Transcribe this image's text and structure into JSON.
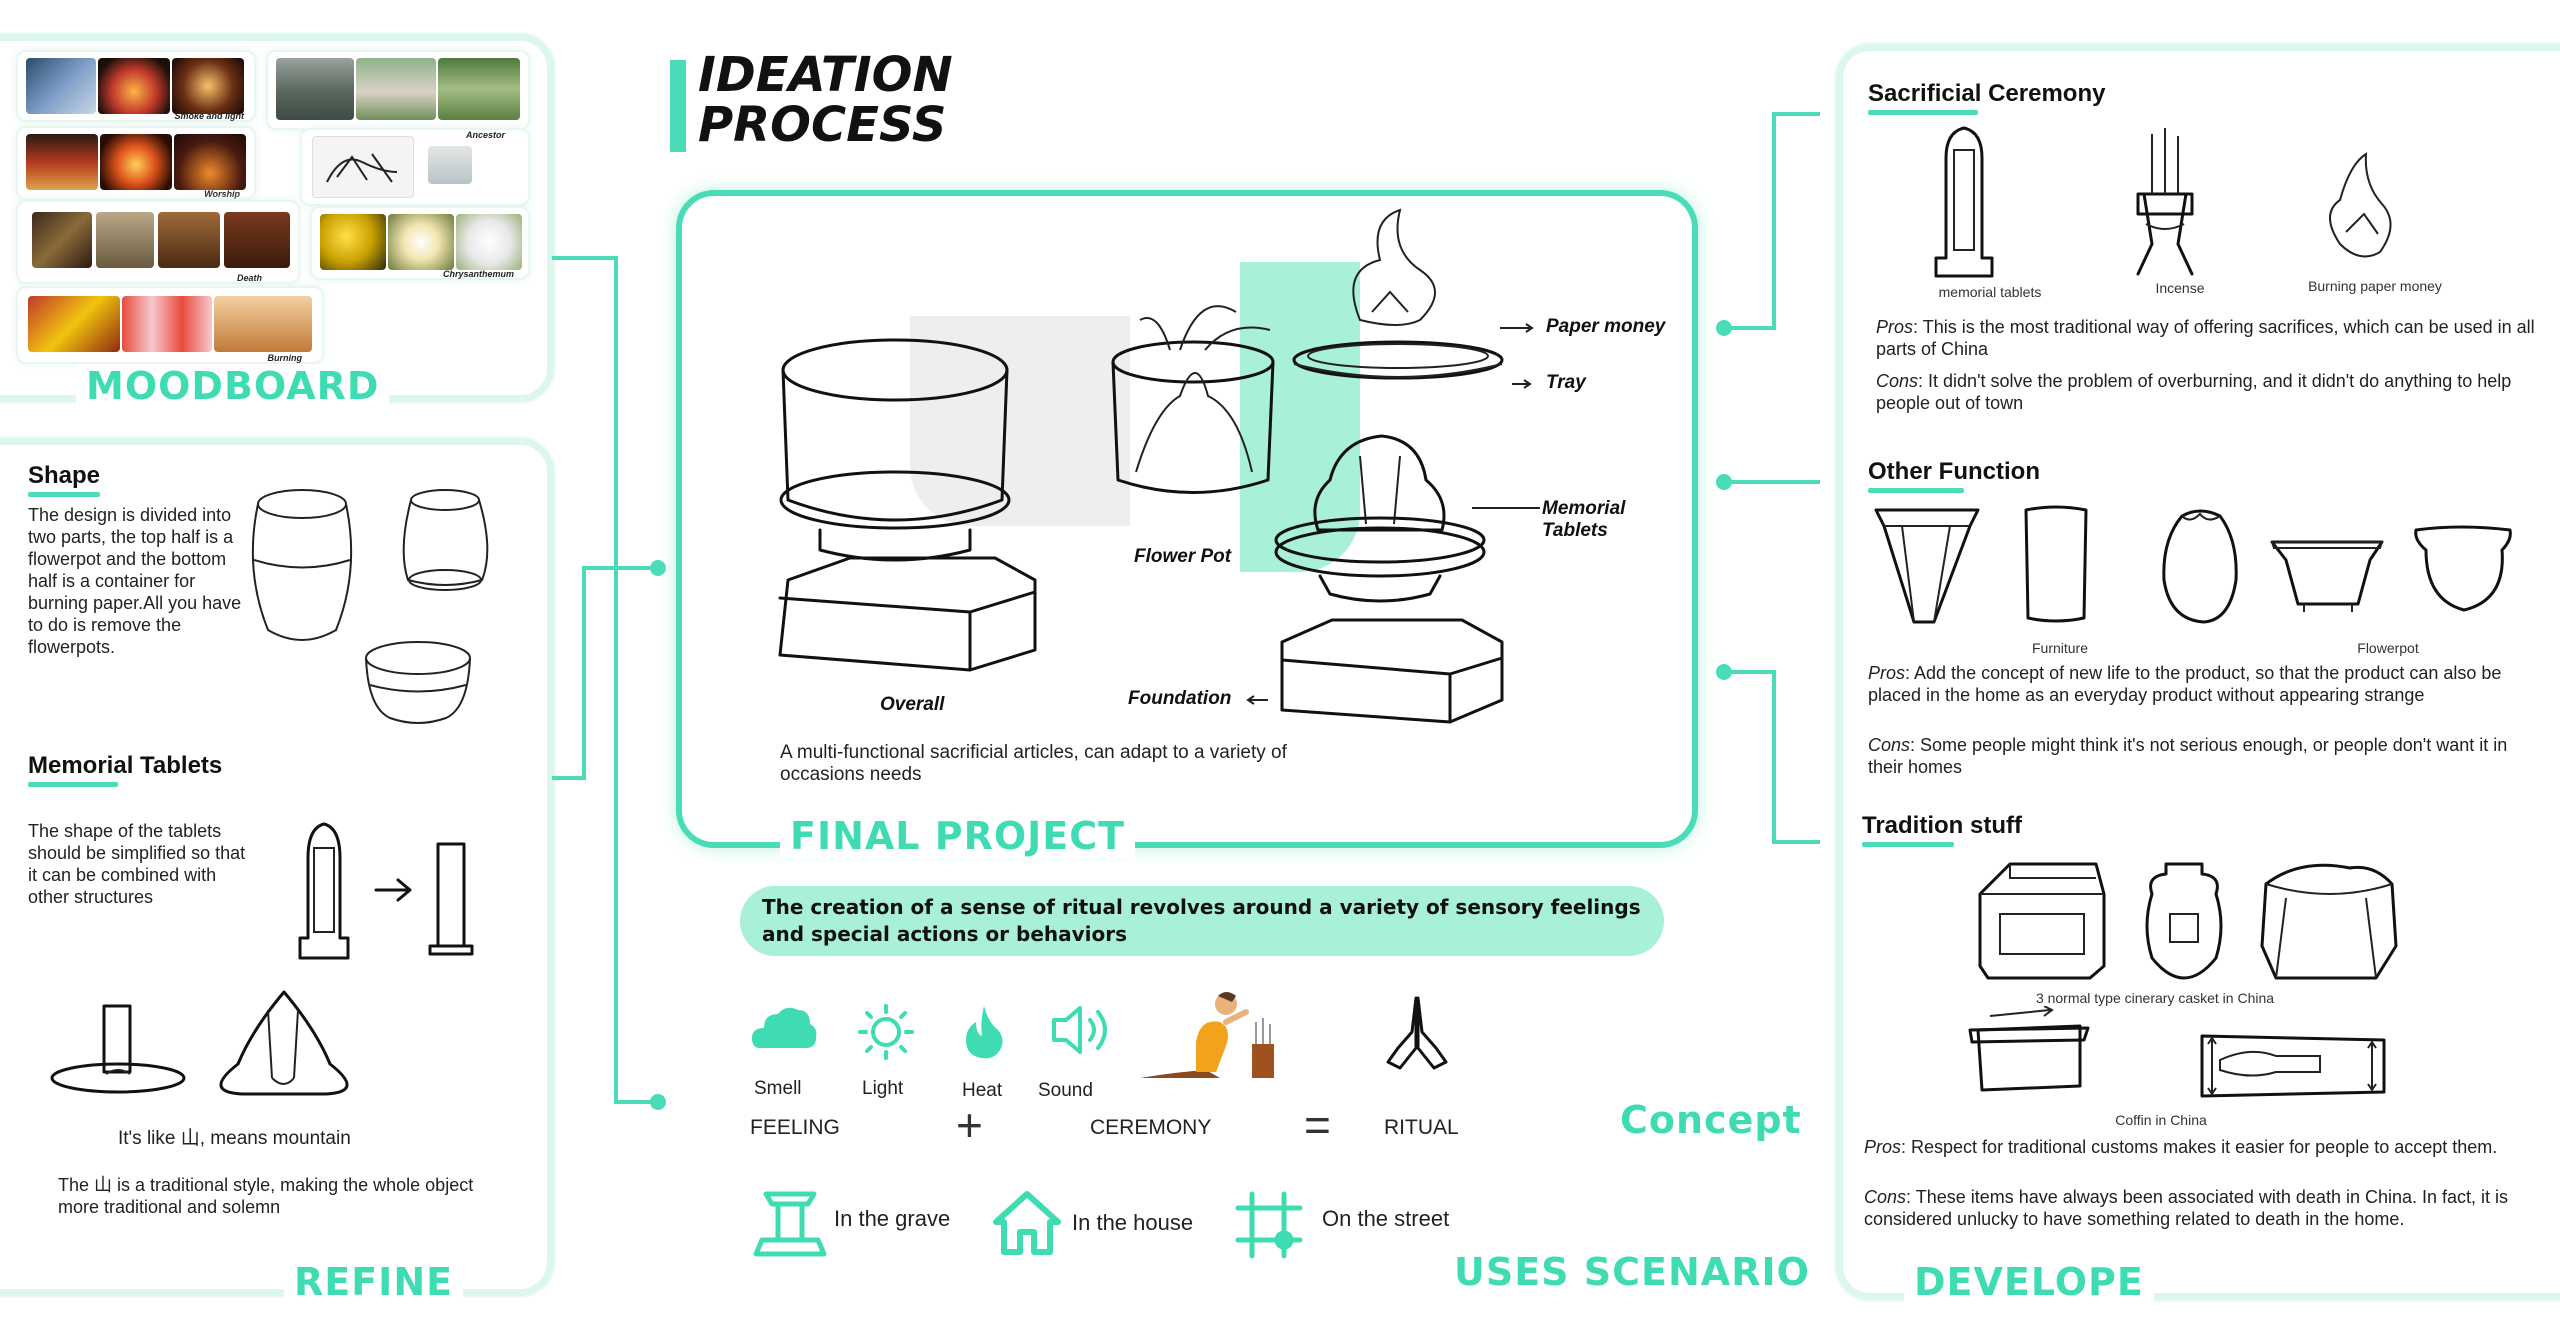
{
  "header": {
    "title_line1": "IDEATION",
    "title_line2": "PROCESS"
  },
  "moodboard": {
    "title": "MOODBOARD",
    "captions": [
      "Smoke and light",
      "Ancestor",
      "Worship",
      "Death",
      "Chrysanthemum",
      "Burning"
    ]
  },
  "refine": {
    "title": "REFINE",
    "shape": {
      "heading": "Shape",
      "text": "The design is divided into two parts, the top half is a flowerpot and the bottom half is a container for burning paper.All you have to do is remove the flowerpots."
    },
    "memorial": {
      "heading": "Memorial Tablets",
      "text": "The shape of the tablets should be simplified so that it can be combined with other structures"
    },
    "mountain_note": "It's like 山,  means mountain",
    "style_note": "The 山 is a traditional style, making the whole object more traditional and solemn"
  },
  "final_project": {
    "title": "FINAL PROJECT",
    "labels": {
      "overall": "Overall",
      "flower_pot": "Flower Pot",
      "paper_money": "Paper money",
      "tray": "Tray",
      "memorial_tablets_1": "Memorial",
      "memorial_tablets_2": "Tablets",
      "foundation": "Foundation"
    },
    "description": "A multi-functional sacrificial articles, can adapt to a variety of occasions needs"
  },
  "concept": {
    "title": "Concept",
    "banner": "The creation of a sense of ritual revolves around a variety of sensory feelings and special actions or behaviors",
    "senses": [
      "Smell",
      "Light",
      "Heat",
      "Sound"
    ],
    "equation": {
      "feeling": "FEELING",
      "plus": "+",
      "ceremony": "CEREMONY",
      "equals": "=",
      "ritual": "RITUAL"
    }
  },
  "uses_scenario": {
    "title": "USES SCENARIO",
    "items": [
      "In the grave",
      "In the house",
      "On the street"
    ]
  },
  "develope": {
    "title": "DEVELOPE",
    "sacrificial": {
      "heading": "Sacrificial Ceremony",
      "captions": [
        "memorial tablets",
        "Incense",
        "Burning paper money"
      ],
      "pros_label": "Pros",
      "pros": ": This is the most traditional way of offering sacrifices, which can be used in all parts of China",
      "cons_label": "Cons",
      "cons": ": It didn't solve the problem of overburning, and it didn't do anything to help people out of town"
    },
    "other": {
      "heading": "Other Function",
      "captions": [
        "Furniture",
        "Flowerpot"
      ],
      "pros_label": "Pros",
      "pros": ": Add the concept of new life to the product, so that the product can also be placed in the home as an everyday product without appearing strange",
      "cons_label": "Cons",
      "cons": ": Some people might think it's not serious enough, or people don't want it in their homes"
    },
    "tradition": {
      "heading": "Tradition stuff",
      "caption1": "3 normal type cinerary casket in China",
      "caption2": "Coffin in China",
      "pros_label": "Pros",
      "pros": ": Respect for traditional customs makes it easier for people to accept them.",
      "cons_label": "Cons",
      "cons": ": These items have always been associated with death in China. In fact, it is considered unlucky to have something related to death in the home."
    }
  },
  "colors": {
    "accent": "#3fdcb4",
    "panel_border": "#dcf7ee",
    "banner_bg": "#a8f0d8"
  }
}
